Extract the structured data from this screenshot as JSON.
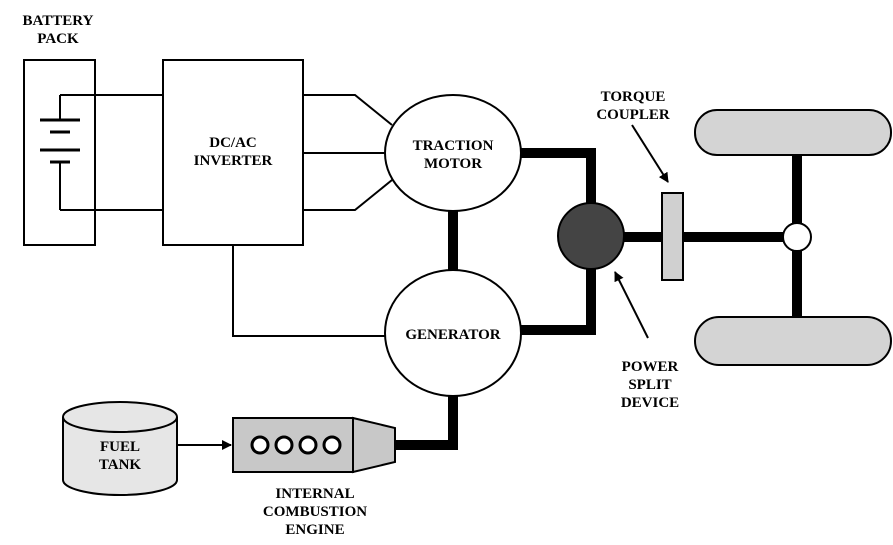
{
  "labels": {
    "battery_pack": [
      "BATTERY",
      "PACK"
    ],
    "inverter": [
      "DC/AC",
      "INVERTER"
    ],
    "traction_motor": [
      "TRACTION",
      "MOTOR"
    ],
    "generator": "GENERATOR",
    "torque_coupler": [
      "TORQUE",
      "COUPLER"
    ],
    "power_split_device": [
      "POWER",
      "SPLIT",
      "DEVICE"
    ],
    "fuel_tank": [
      "FUEL",
      "TANK"
    ],
    "engine": [
      "INTERNAL",
      "COMBUSTION",
      "ENGINE"
    ]
  },
  "colors": {
    "wheel_fill": "#d4d4d4",
    "power_split_fill": "#444444",
    "coupler_fill": "#d0d0d0",
    "engine_fill": "#c8c8c8",
    "tank_fill": "#e6e6e6",
    "line": "#000000"
  }
}
